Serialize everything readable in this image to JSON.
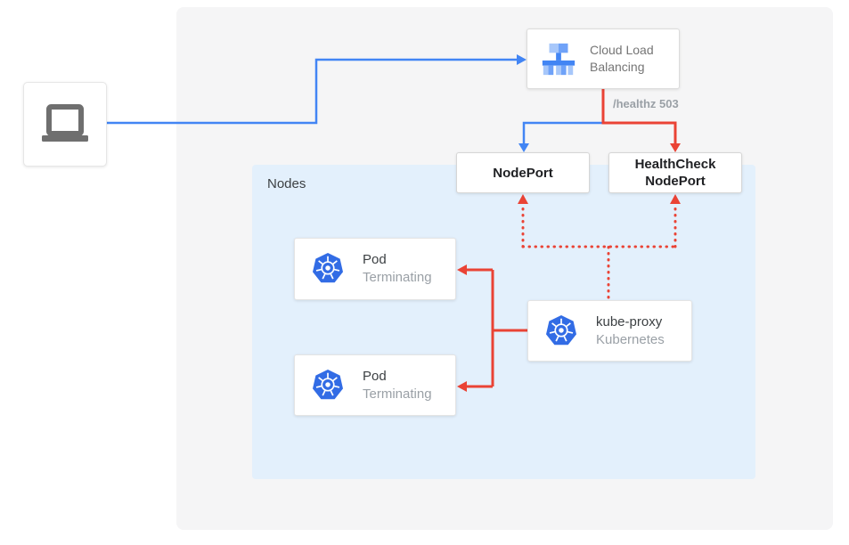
{
  "client": {
    "icon": "laptop-icon"
  },
  "load_balancer": {
    "label": "Cloud Load Balancing",
    "icon": "cloud-load-balancing-icon"
  },
  "health_check_path": "/healthz 503",
  "node_port": {
    "label": "NodePort"
  },
  "health_check_node_port": {
    "label": "HealthCheck NodePort"
  },
  "nodes_group": {
    "label": "Nodes"
  },
  "pods": [
    {
      "title": "Pod",
      "status": "Terminating",
      "icon": "kubernetes-icon"
    },
    {
      "title": "Pod",
      "status": "Terminating",
      "icon": "kubernetes-icon"
    }
  ],
  "kube_proxy": {
    "title": "kube-proxy",
    "subtitle": "Kubernetes",
    "icon": "kubernetes-icon"
  },
  "colors": {
    "edge_blue": "#4285f4",
    "edge_red": "#ea4335",
    "nodes_group_bg": "#e3f0fc",
    "panel_bg": "#f5f5f6",
    "kubernetes_blue": "#326ce5",
    "muted_text": "#9aa0a6"
  }
}
